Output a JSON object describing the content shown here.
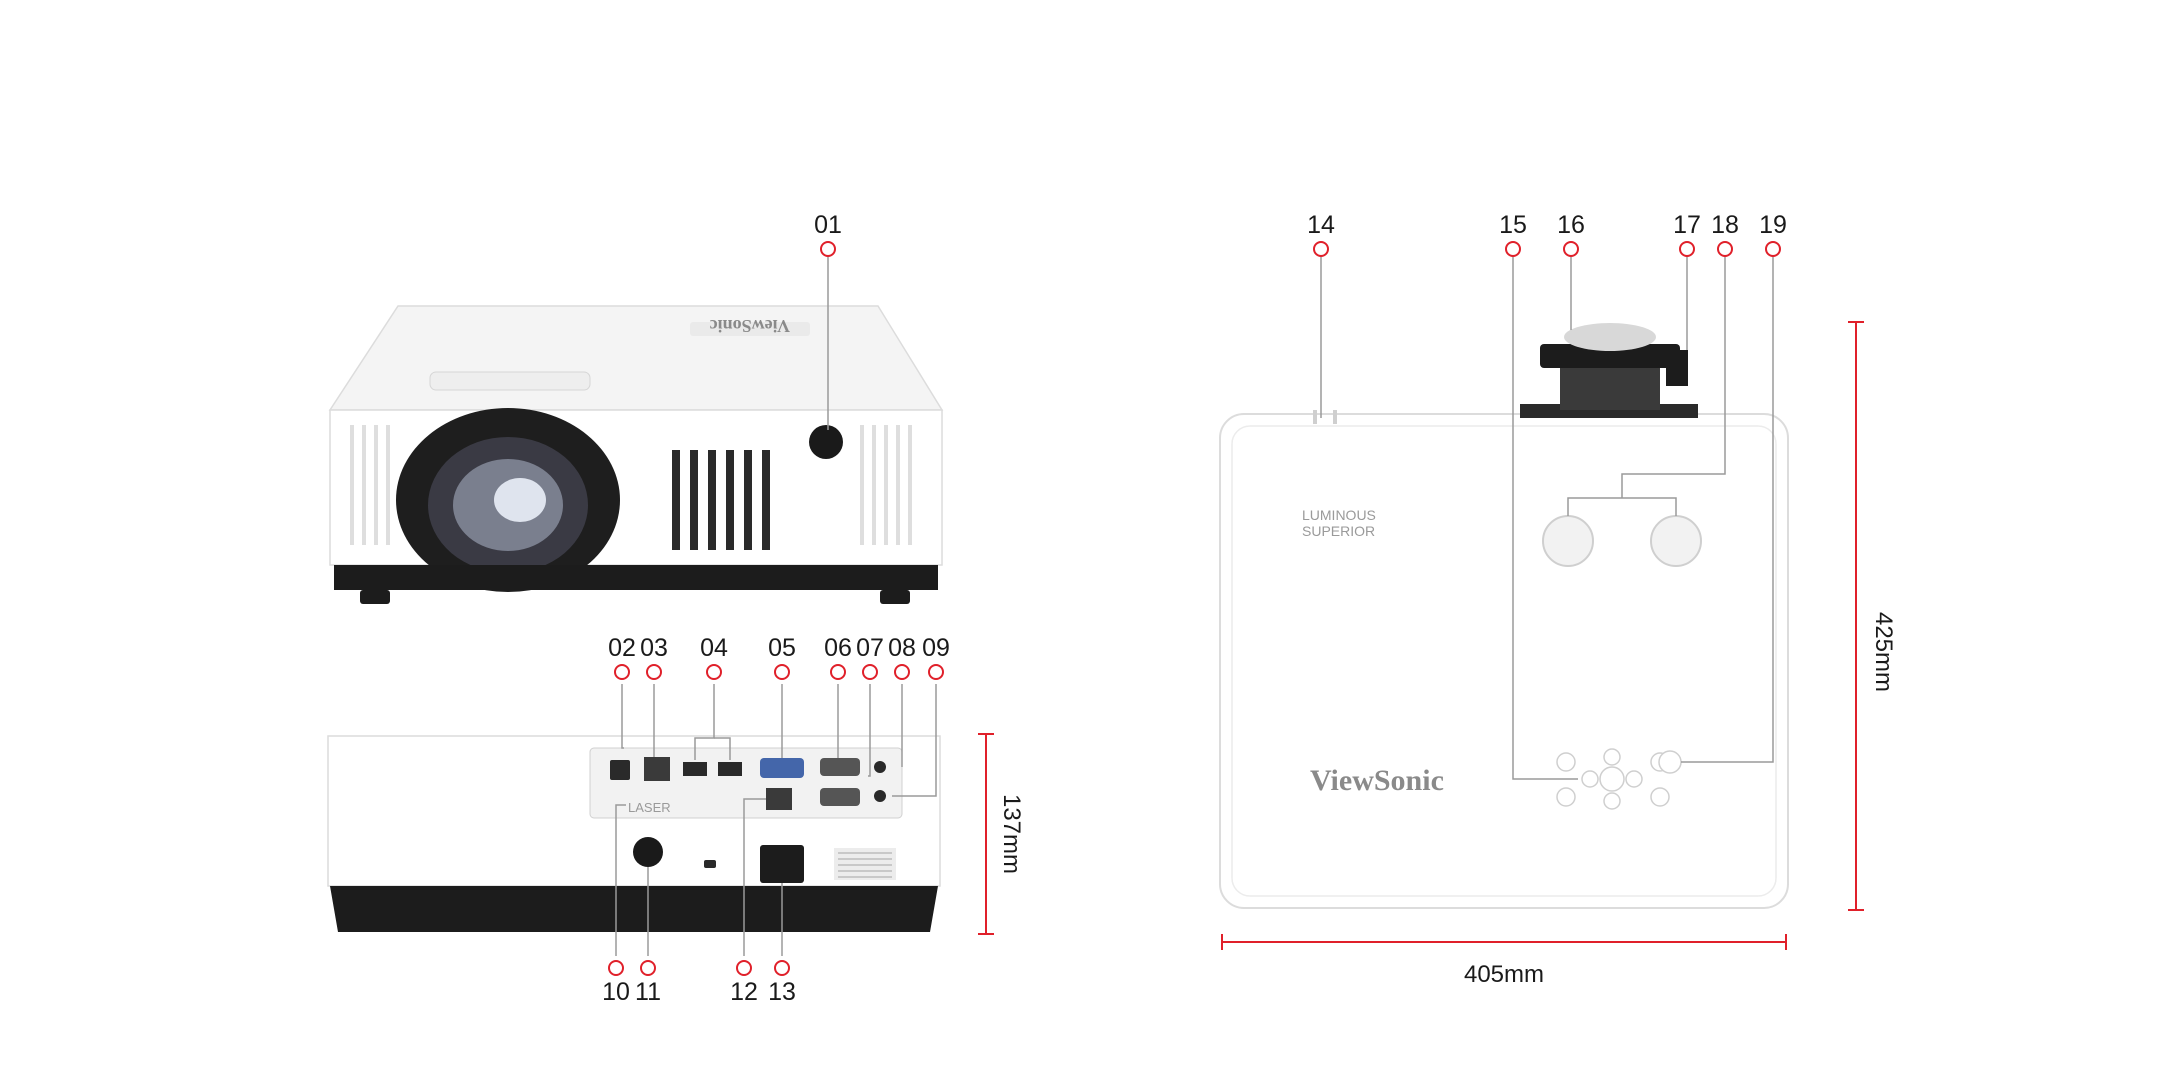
{
  "callouts": {
    "c01": "01",
    "c02": "02",
    "c03": "03",
    "c04": "04",
    "c05": "05",
    "c06": "06",
    "c07": "07",
    "c08": "08",
    "c09": "09",
    "c10": "10",
    "c11": "11",
    "c12": "12",
    "c13": "13",
    "c14": "14",
    "c15": "15",
    "c16": "16",
    "c17": "17",
    "c18": "18",
    "c19": "19"
  },
  "dimensions": {
    "height": "137mm",
    "depth": "425mm",
    "width": "405mm"
  },
  "product_marks": {
    "brand": "ViewSonic",
    "luminous_line1": "LUMINOUS",
    "luminous_line2": "SUPERIOR",
    "laser_mark": "LASER"
  },
  "colors": {
    "accent": "#e0202a",
    "body": "#ffffff",
    "base": "#1c1c1c"
  }
}
